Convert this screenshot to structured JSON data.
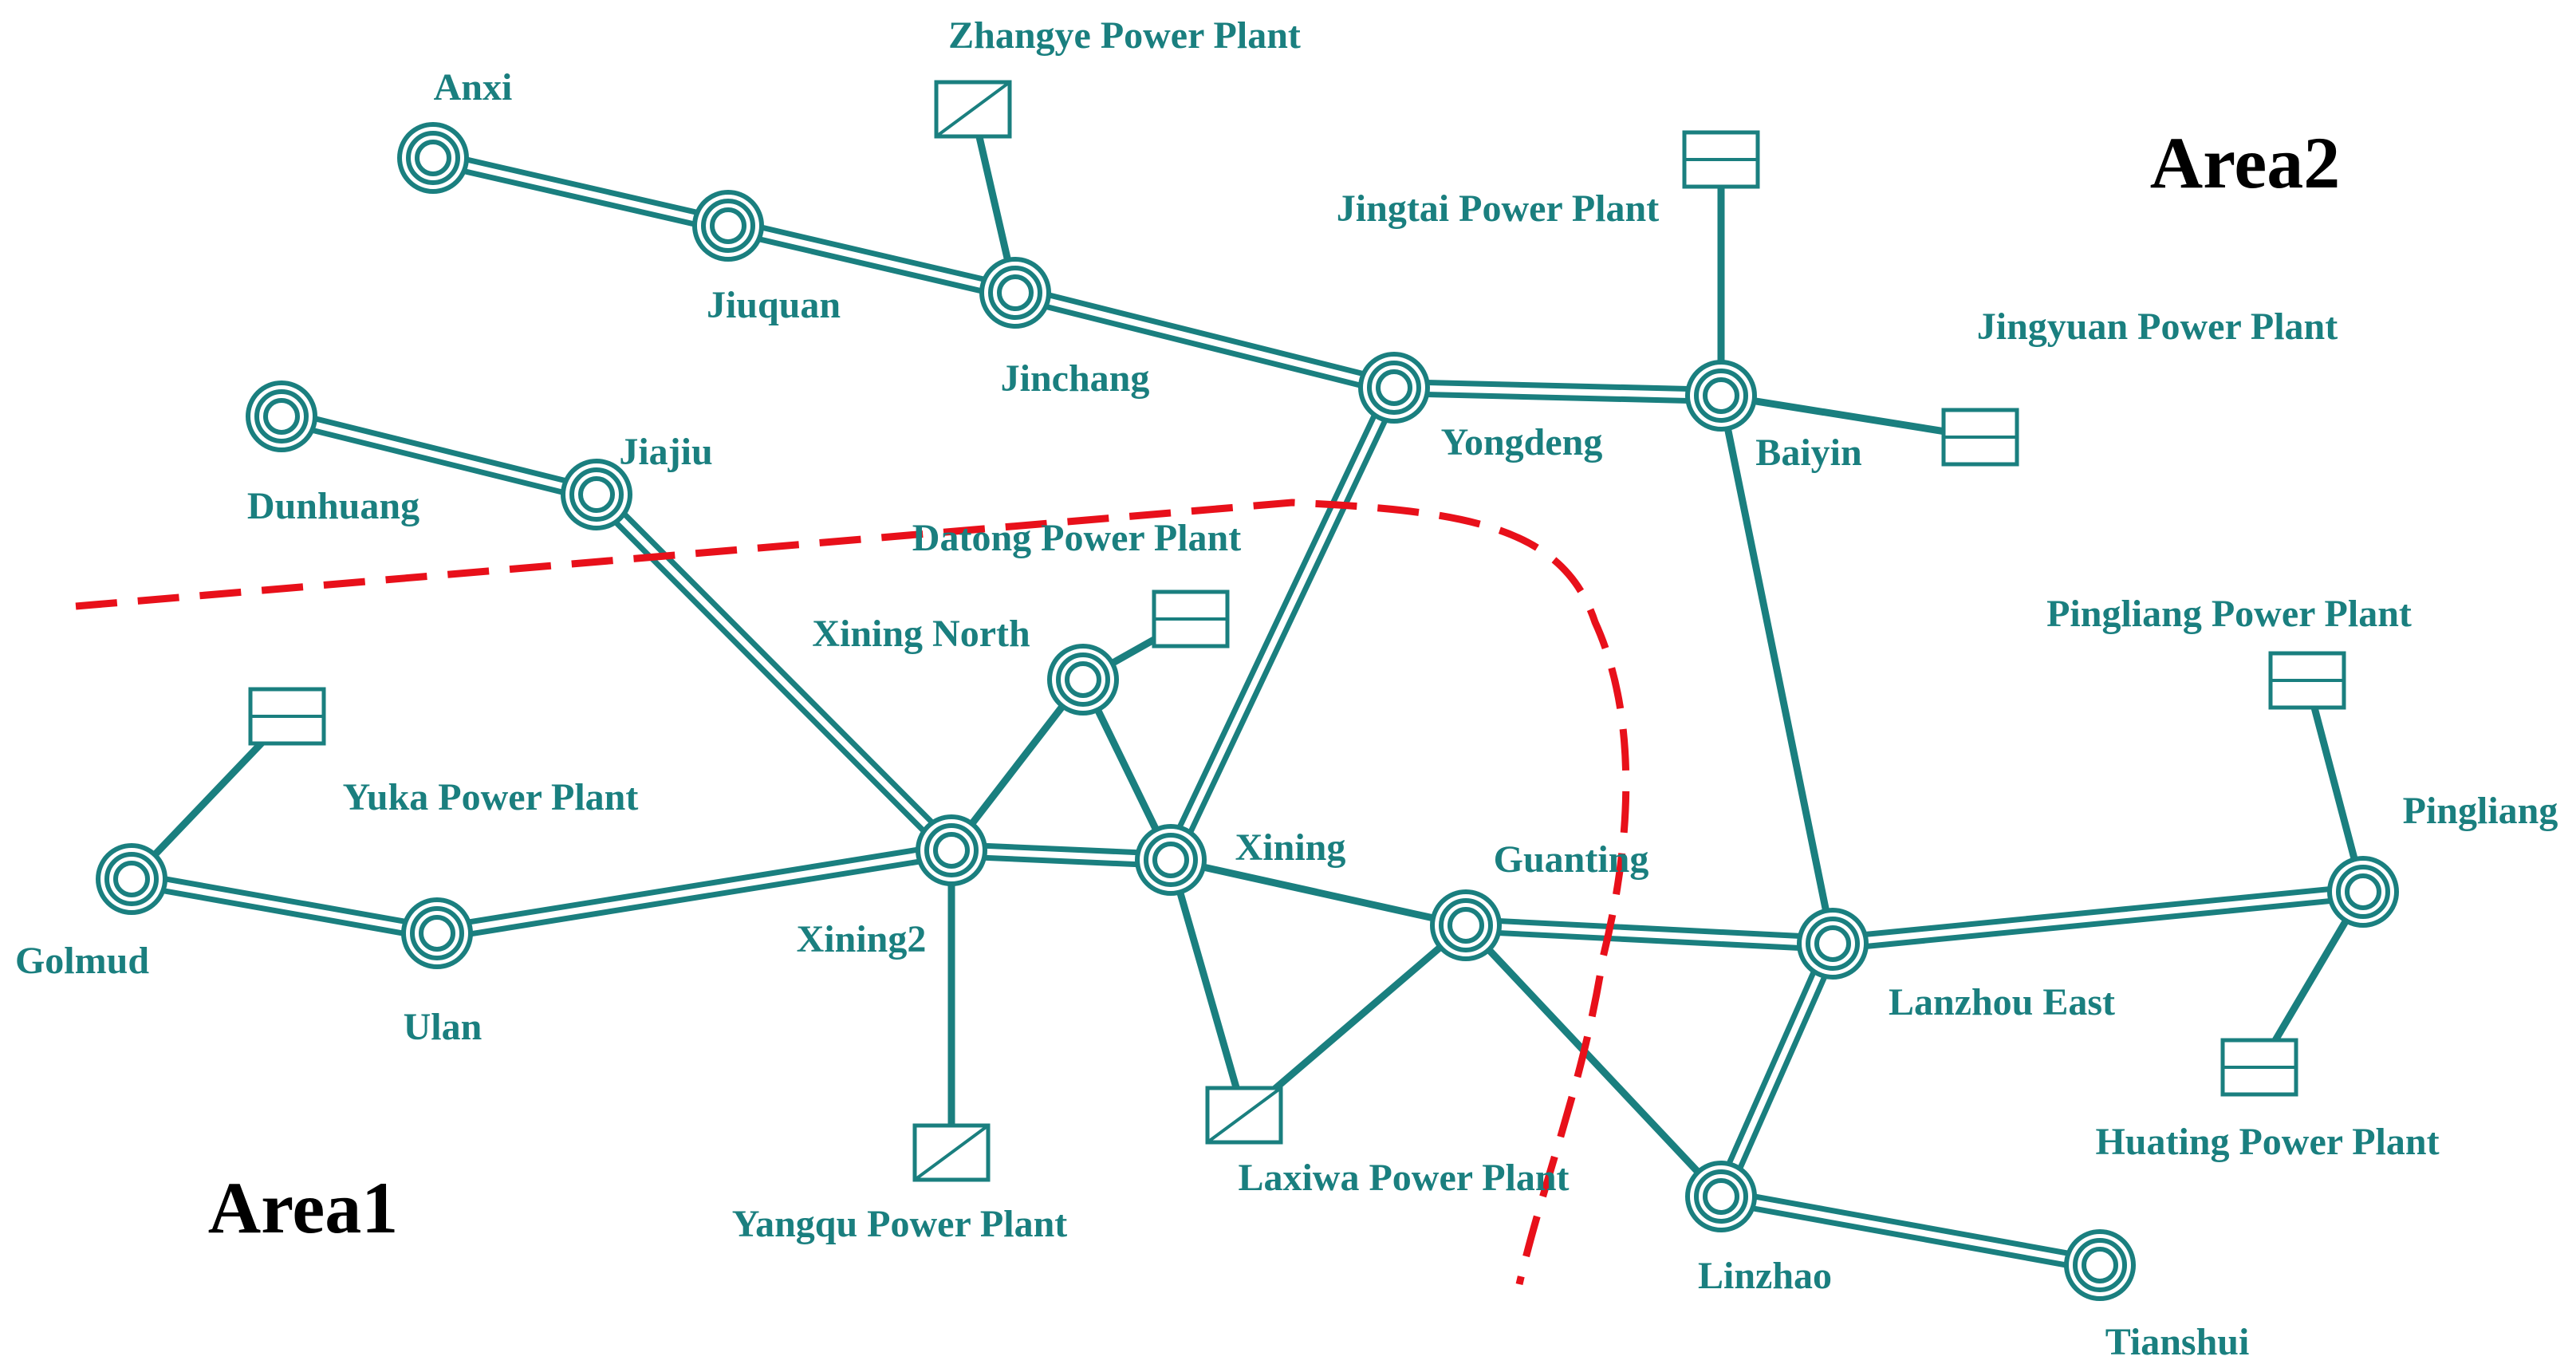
{
  "diagram": {
    "areas": [
      {
        "id": "area2",
        "label": "Area2"
      },
      {
        "id": "area1",
        "label": "Area1"
      }
    ],
    "substations": [
      {
        "id": "anxi",
        "label": "Anxi"
      },
      {
        "id": "jiuquan",
        "label": "Jiuquan"
      },
      {
        "id": "jinchang",
        "label": "Jinchang"
      },
      {
        "id": "yongdeng",
        "label": "Yongdeng"
      },
      {
        "id": "baiyin",
        "label": "Baiyin"
      },
      {
        "id": "dunhuang",
        "label": "Dunhuang"
      },
      {
        "id": "jiajiu",
        "label": "Jiajiu"
      },
      {
        "id": "xiningnorth",
        "label": "Xining North"
      },
      {
        "id": "xining2",
        "label": "Xining2"
      },
      {
        "id": "xining",
        "label": "Xining"
      },
      {
        "id": "guanting",
        "label": "Guanting"
      },
      {
        "id": "lanzhoueast",
        "label": "Lanzhou East"
      },
      {
        "id": "pingliang",
        "label": "Pingliang"
      },
      {
        "id": "golmud",
        "label": "Golmud"
      },
      {
        "id": "ulan",
        "label": "Ulan"
      },
      {
        "id": "linzhao",
        "label": "Linzhao"
      },
      {
        "id": "tianshui",
        "label": "Tianshui"
      }
    ],
    "power_plants": [
      {
        "id": "zhangye",
        "label": "Zhangye Power Plant",
        "symbol": "diagonal-box"
      },
      {
        "id": "jingtai",
        "label": "Jingtai Power Plant",
        "symbol": "split-box"
      },
      {
        "id": "jingyuan",
        "label": "Jingyuan Power Plant",
        "symbol": "split-box"
      },
      {
        "id": "datong",
        "label": "Datong Power Plant",
        "symbol": "split-box"
      },
      {
        "id": "yuka",
        "label": "Yuka Power Plant",
        "symbol": "split-box"
      },
      {
        "id": "pingliangpp",
        "label": "Pingliang Power Plant",
        "symbol": "split-box"
      },
      {
        "id": "huating",
        "label": "Huating Power Plant",
        "symbol": "split-box"
      },
      {
        "id": "yangqu",
        "label": "Yangqu Power Plant",
        "symbol": "diagonal-box"
      },
      {
        "id": "laxiwa",
        "label": "Laxiwa Power Plant",
        "symbol": "diagonal-box"
      }
    ],
    "connections": [
      {
        "from": "anxi",
        "to": "jiuquan",
        "type": "double"
      },
      {
        "from": "jiuquan",
        "to": "jinchang",
        "type": "double"
      },
      {
        "from": "jinchang",
        "to": "yongdeng",
        "type": "double"
      },
      {
        "from": "yongdeng",
        "to": "baiyin",
        "type": "double"
      },
      {
        "from": "dunhuang",
        "to": "jiajiu",
        "type": "double"
      },
      {
        "from": "jiajiu",
        "to": "xining2",
        "type": "double"
      },
      {
        "from": "golmud",
        "to": "ulan",
        "type": "double"
      },
      {
        "from": "ulan",
        "to": "xining2",
        "type": "double"
      },
      {
        "from": "xining2",
        "to": "xining",
        "type": "double"
      },
      {
        "from": "xining",
        "to": "yongdeng",
        "type": "double"
      },
      {
        "from": "guanting",
        "to": "lanzhoueast",
        "type": "double"
      },
      {
        "from": "lanzhoueast",
        "to": "pingliang",
        "type": "double"
      },
      {
        "from": "lanzhoueast",
        "to": "linzhao",
        "type": "double"
      },
      {
        "from": "linzhao",
        "to": "tianshui",
        "type": "double"
      },
      {
        "from": "zhangye",
        "to": "jinchang",
        "type": "single"
      },
      {
        "from": "jingtai",
        "to": "baiyin",
        "type": "single"
      },
      {
        "from": "baiyin",
        "to": "jingyuan",
        "type": "single"
      },
      {
        "from": "baiyin",
        "to": "lanzhoueast",
        "type": "single"
      },
      {
        "from": "yuka",
        "to": "golmud",
        "type": "single"
      },
      {
        "from": "xining2",
        "to": "xiningnorth",
        "type": "single"
      },
      {
        "from": "xiningnorth",
        "to": "datong",
        "type": "single"
      },
      {
        "from": "xiningnorth",
        "to": "xining",
        "type": "single"
      },
      {
        "from": "xining2",
        "to": "yangqu",
        "type": "single"
      },
      {
        "from": "xining",
        "to": "guanting",
        "type": "single"
      },
      {
        "from": "xining",
        "to": "laxiwa",
        "type": "single"
      },
      {
        "from": "laxiwa",
        "to": "guanting",
        "type": "single"
      },
      {
        "from": "guanting",
        "to": "linzhao",
        "type": "single"
      },
      {
        "from": "pingliangpp",
        "to": "pingliang",
        "type": "single"
      },
      {
        "from": "pingliang",
        "to": "huating",
        "type": "single"
      }
    ],
    "boundary_color": "#e8101a",
    "line_color": "#1a7f7f"
  }
}
